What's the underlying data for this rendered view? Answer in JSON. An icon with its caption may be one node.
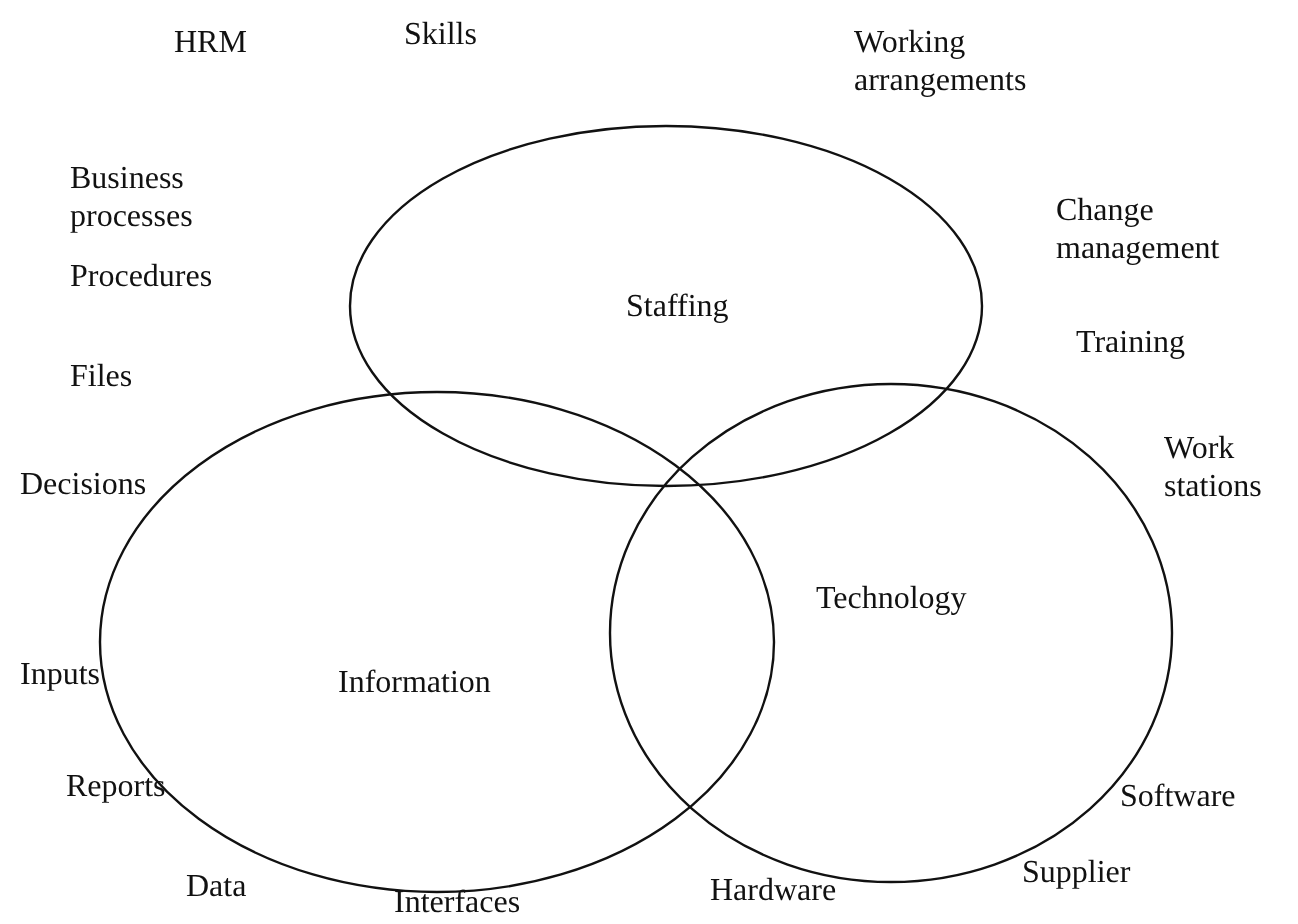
{
  "diagram": {
    "nodes": [
      {
        "text": [
          "Staffing"
        ]
      },
      {
        "text": [
          "Information"
        ]
      },
      {
        "text": [
          "Technology"
        ]
      }
    ],
    "labels": [
      "HRM",
      "Skills",
      "Working arrangements",
      "Business processes",
      "Change management",
      "Procedures",
      "Training",
      "Files",
      "Work stations",
      "Decisions",
      "Inputs",
      "Reports",
      "Software",
      "Data",
      "Interfaces",
      "Hardware",
      "Supplier"
    ]
  }
}
